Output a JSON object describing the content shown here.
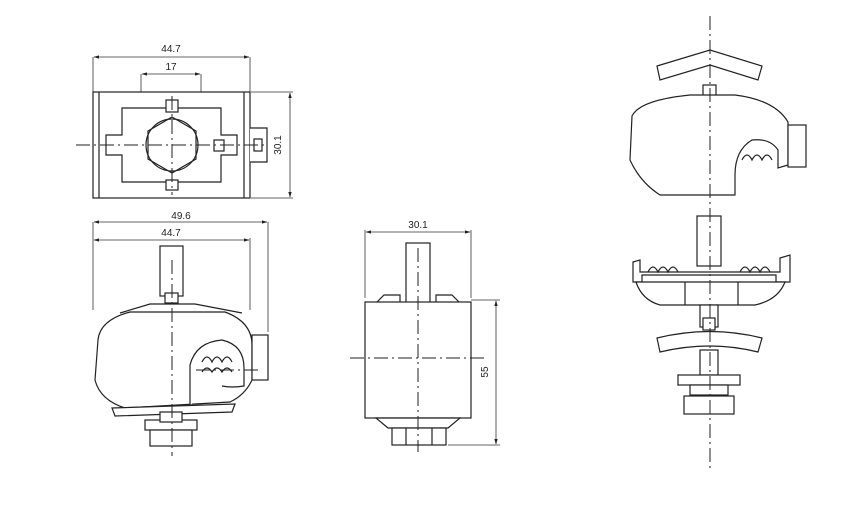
{
  "dimensions": {
    "top_width": "44.7",
    "top_slot": "17",
    "top_height": "30.1",
    "front_overall": "49.6",
    "front_width": "44.7",
    "side_width": "30.1",
    "side_height": "55"
  }
}
